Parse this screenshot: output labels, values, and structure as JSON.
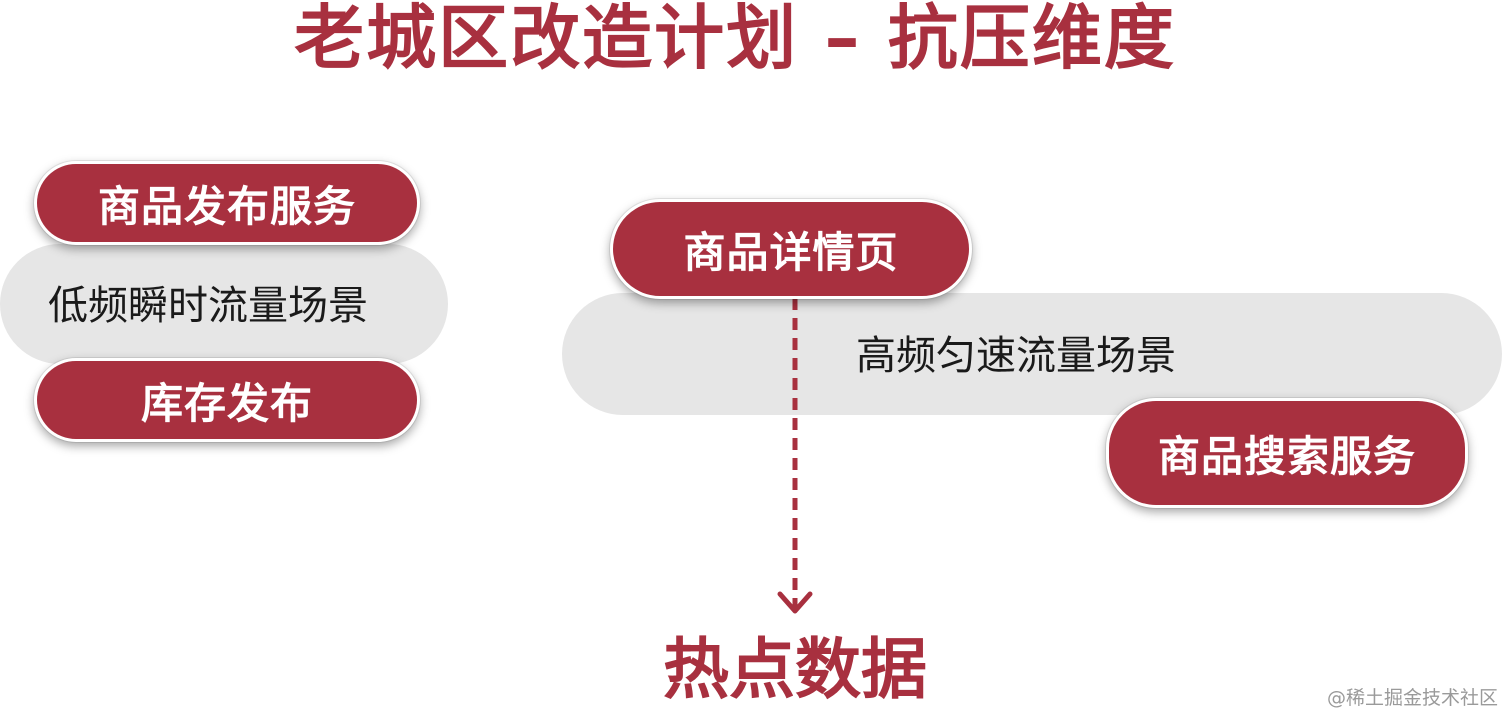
{
  "title": "老城区改造计划 – 抗压维度",
  "left_group": {
    "top_pill": "商品发布服务",
    "band_text": "低频瞬时流量场景",
    "bottom_pill": "库存发布"
  },
  "right_group": {
    "top_pill": "商品详情页",
    "band_text": "高频匀速流量场景",
    "bottom_pill": "商品搜索服务"
  },
  "arrow_target": "热点数据",
  "watermark": "@稀土掘金技术社区",
  "colors": {
    "accent": "#a8303f",
    "band": "#e6e6e6"
  }
}
